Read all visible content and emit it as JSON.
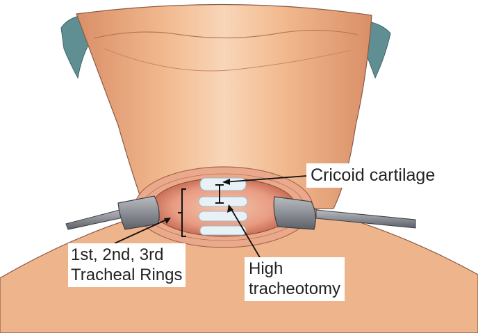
{
  "labels": {
    "cricoid": "Cricoid cartilage",
    "rings_line1": "1st, 2nd, 3rd",
    "rings_line2": "Tracheal Rings",
    "high_line1": "High",
    "high_line2": "tracheotomy"
  },
  "colors": {
    "skin": "#f2b98e",
    "skin_shadow": "#d98f68",
    "wound": "#e89c82",
    "cartilage": "#e7f1f6",
    "shoulder_shadow": "#5f8f93",
    "retractor": "#8c9096",
    "ink": "#222222"
  }
}
